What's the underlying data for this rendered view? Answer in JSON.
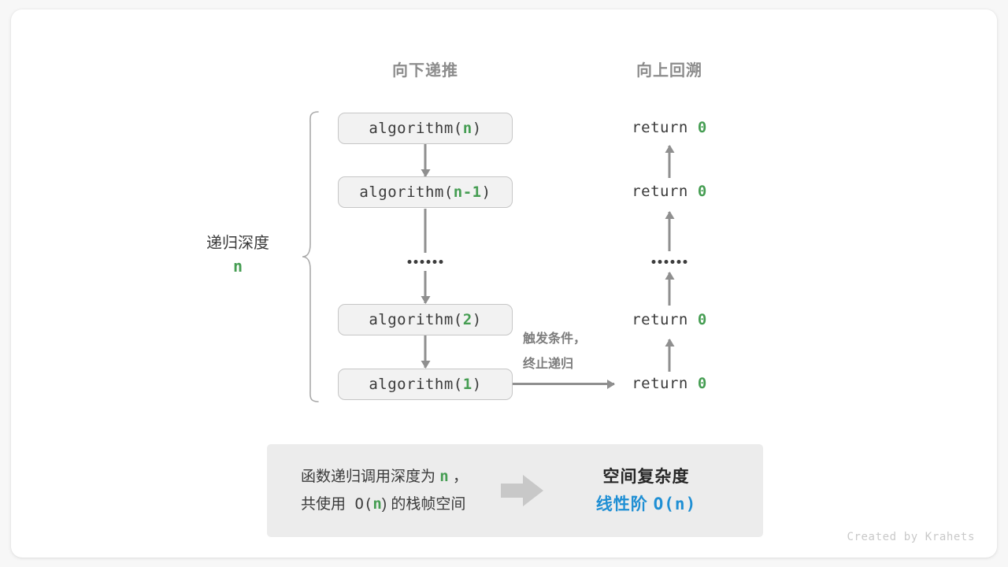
{
  "headers": {
    "down": "向下递推",
    "up": "向上回溯"
  },
  "depth": {
    "label": "递归深度",
    "value": "n"
  },
  "call_stack": [
    {
      "prefix": "algorithm(",
      "arg": "n",
      "suffix": ")"
    },
    {
      "prefix": "algorithm(",
      "arg": "n-1",
      "suffix": ")"
    },
    {
      "prefix": "algorithm(",
      "arg": "2",
      "suffix": ")"
    },
    {
      "prefix": "algorithm(",
      "arg": "1",
      "suffix": ")"
    }
  ],
  "returns": [
    {
      "text": "return ",
      "value": "0"
    },
    {
      "text": "return ",
      "value": "0"
    },
    {
      "text": "return ",
      "value": "0"
    },
    {
      "text": "return ",
      "value": "0"
    }
  ],
  "ellipsis": {
    "dot_count": 6
  },
  "terminate": {
    "line1": "触发条件，",
    "line2": "终止递归"
  },
  "summary": {
    "left_line1_a": "函数递归调用深度为 ",
    "left_line1_hl": "n",
    "left_line1_b": " ，",
    "left_line2_a": "共使用 O(",
    "left_line2_hl": "n",
    "left_line2_b": ") 的栈帧空间",
    "arrow": "right-block-arrow",
    "right_line1": "空间复杂度",
    "right_line2_a": "线性阶 ",
    "right_line2_b": "O(n)"
  },
  "credit": "Created by Krahets",
  "colors": {
    "accent_green": "#459d52",
    "accent_blue": "#1f8fd4",
    "line_gray": "#8f8f8f",
    "box_fill": "#f2f2f2",
    "panel_fill": "#ececec",
    "header_gray": "#8c8c8c"
  }
}
